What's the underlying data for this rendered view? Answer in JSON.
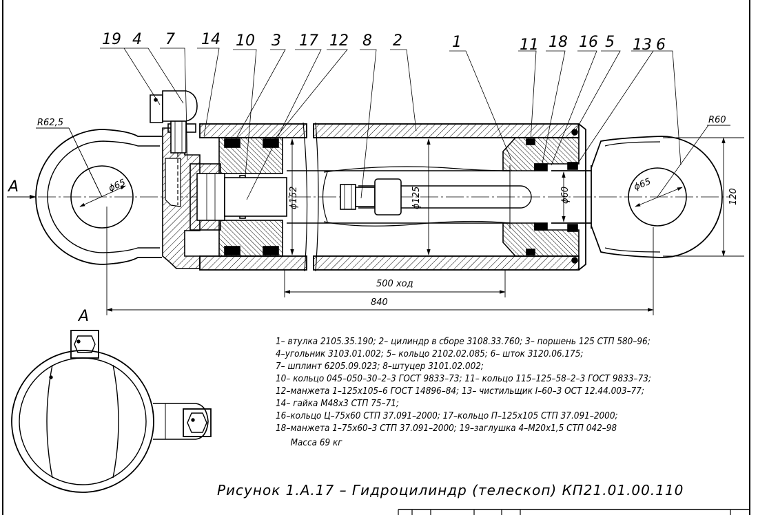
{
  "drawing": {
    "view_label": "A",
    "section_label": "A",
    "callouts": [
      "19",
      "4",
      "7",
      "14",
      "10",
      "3",
      "17",
      "12",
      "8",
      "2",
      "1",
      "11",
      "18",
      "16",
      "5",
      "13",
      "6"
    ],
    "dimensions": {
      "r_left": "R62,5",
      "r_right": "R60",
      "d_left_eye": "ϕ65",
      "d_right_eye": "ϕ65",
      "d_barrel": "ϕ152",
      "d_bore": "ϕ125",
      "d_rod": "ϕ60",
      "h_eye": "120",
      "stroke": "500 ход",
      "length": "840"
    }
  },
  "notes": {
    "lines": [
      "1– втулка 2105.35.190; 2– цилиндр в сборе 3108.33.760; 3– поршень 125 СТП 580–96;",
      "4–угольник 3103.01.002; 5– кольцо 2102.02.085; 6– шток 3120.06.175;",
      "7– шплинт 6205.09.023; 8–штуцер 3101.02.002;",
      "10– кольцо 045–050–30–2–3 ГОСТ 9833–73; 11– кольцо 115–125–58–2–3 ГОСТ 9833–73;",
      "12–манжета 1–125х105–6 ГОСТ 14896–84; 13– чистильщик I–60–3 ОСТ 12.44.003–77;",
      "14– гайка М48х3 СТП 75–71;",
      "16–кольцо Ц–75х60 СТП 37.091–2000; 17–кольцо П–125х105 СТП 37.091–2000;",
      "18–манжета 1–75х60–3 СТП 37.091–2000; 19–заглушка 4–М20х1,5 СТП 042–98"
    ],
    "mass": "Масса 69 кг"
  },
  "caption": "Рисунок 1.А.17 – Гидроцилиндр (телескоп) КП21.01.00.110"
}
